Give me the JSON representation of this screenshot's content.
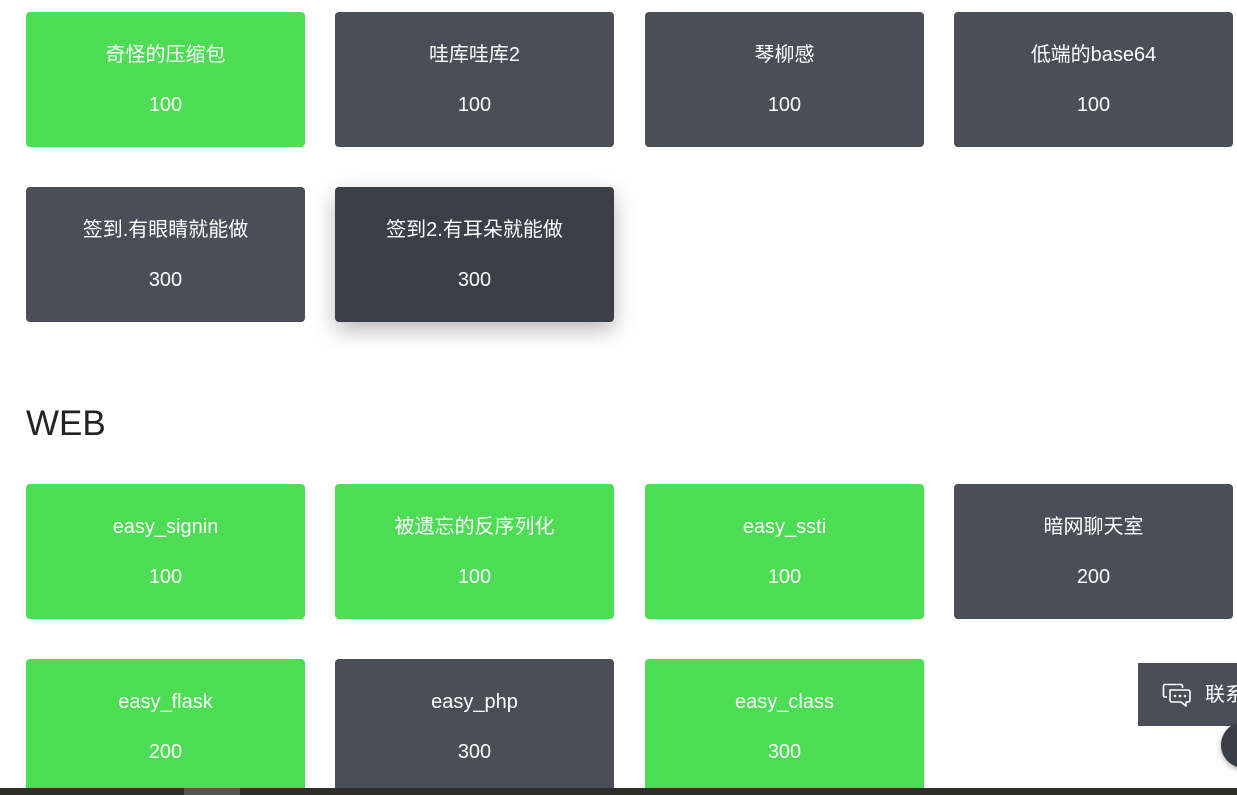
{
  "groups": [
    {
      "name": "",
      "challenges": [
        {
          "name": "奇怪的压缩包",
          "value": "100",
          "status": "solved"
        },
        {
          "name": "哇库哇库2",
          "value": "100",
          "status": "unsolved"
        },
        {
          "name": "琴柳感",
          "value": "100",
          "status": "unsolved"
        },
        {
          "name": "低端的base64",
          "value": "100",
          "status": "unsolved"
        },
        {
          "name": "签到.有眼睛就能做",
          "value": "300",
          "status": "unsolved"
        },
        {
          "name": "签到2.有耳朵就能做",
          "value": "300",
          "status": "unsolved-hovered"
        }
      ]
    },
    {
      "name": "WEB",
      "challenges": [
        {
          "name": "easy_signin",
          "value": "100",
          "status": "solved"
        },
        {
          "name": "被遗忘的反序列化",
          "value": "100",
          "status": "solved"
        },
        {
          "name": "easy_ssti",
          "value": "100",
          "status": "solved"
        },
        {
          "name": "暗网聊天室",
          "value": "200",
          "status": "unsolved"
        },
        {
          "name": "easy_flask",
          "value": "200",
          "status": "solved"
        },
        {
          "name": "easy_php",
          "value": "300",
          "status": "unsolved"
        },
        {
          "name": "easy_class",
          "value": "300",
          "status": "solved"
        }
      ]
    }
  ],
  "contact_widget": {
    "label": "联系",
    "icon": "chat-bubble-icon"
  },
  "colors": {
    "solved": "#4cdd55",
    "unsolved": "#4a4e57",
    "hovered": "#3b3f48"
  }
}
